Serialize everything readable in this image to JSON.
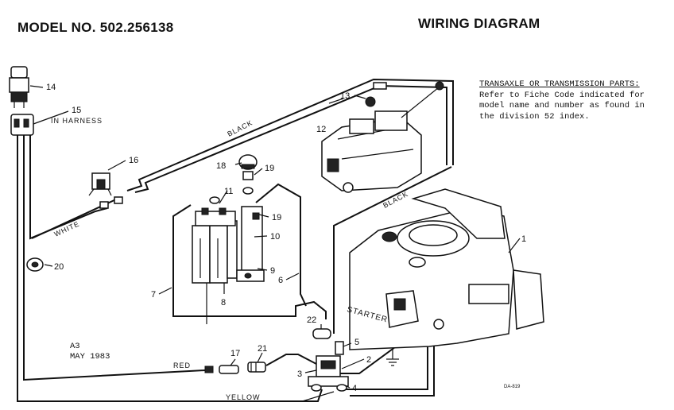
{
  "header": {
    "model": "MODEL NO. 502.256138",
    "title": "WIRING DIAGRAM"
  },
  "note": {
    "title": "TRANSAXLE OR TRANSMISSION PARTS:",
    "line1": "Refer to Fiche Code indicated for",
    "line2": "model name and number as found in",
    "line3": "the division 52 index."
  },
  "stamp": {
    "code": "A3",
    "date": "MAY 1983"
  },
  "footer_code": "DA-819",
  "wire_labels": {
    "black_top": "BLACK",
    "black_mid": "BLACK",
    "white": "WHITE",
    "red": "RED",
    "yellow": "YELLOW",
    "harness": "IN HARNESS"
  },
  "component_labels": {
    "starter": "STARTER"
  },
  "callouts": {
    "c1": "1",
    "c2": "2",
    "c3": "3",
    "c4": "4",
    "c5": "5",
    "c6": "6",
    "c7": "7",
    "c8": "8",
    "c9": "9",
    "c10": "10",
    "c11": "11",
    "c12": "12",
    "c13": "13",
    "c14": "14",
    "c15": "15",
    "c16": "16",
    "c17": "17",
    "c18": "18",
    "c19a": "19",
    "c19b": "19",
    "c20": "20",
    "c21": "21",
    "c22": "22"
  }
}
